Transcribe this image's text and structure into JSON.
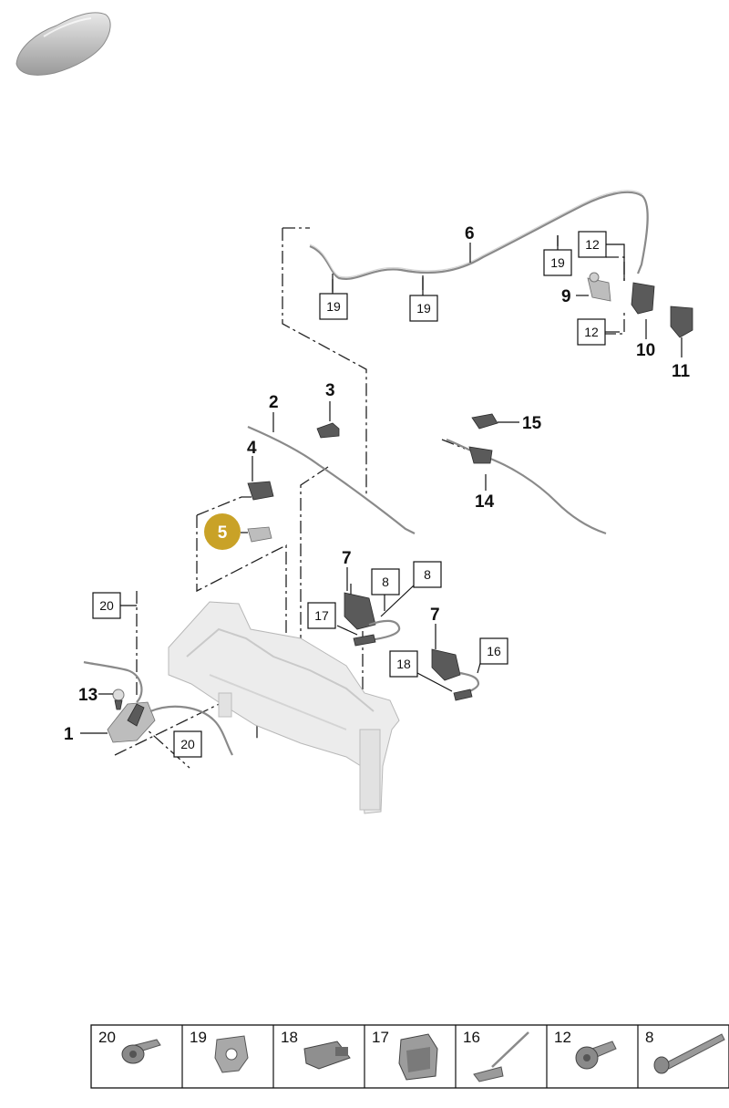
{
  "callouts": {
    "p1": "1",
    "p2": "2",
    "p3": "3",
    "p4": "4",
    "p5": "5",
    "p6": "6",
    "p7a": "7",
    "p7b": "7",
    "p9": "9",
    "p10": "10",
    "p11": "11",
    "p13": "13",
    "p14": "14",
    "p15": "15"
  },
  "boxed_callouts": {
    "b19a": "19",
    "b19b": "19",
    "b19c": "19",
    "b12a": "12",
    "b12b": "12",
    "b8a": "8",
    "b8b": "8",
    "b17": "17",
    "b18": "18",
    "b16": "16",
    "b20a": "20",
    "b20b": "20"
  },
  "highlight_color": "#c9a227",
  "parts_table": {
    "cells": [
      {
        "num": "20",
        "icon": "screw-icon"
      },
      {
        "num": "19",
        "icon": "clip-icon"
      },
      {
        "num": "18",
        "icon": "connector-icon"
      },
      {
        "num": "17",
        "icon": "holder-icon"
      },
      {
        "num": "16",
        "icon": "cable-icon"
      },
      {
        "num": "12",
        "icon": "screw-icon"
      },
      {
        "num": "8",
        "icon": "bolt-icon"
      }
    ]
  }
}
